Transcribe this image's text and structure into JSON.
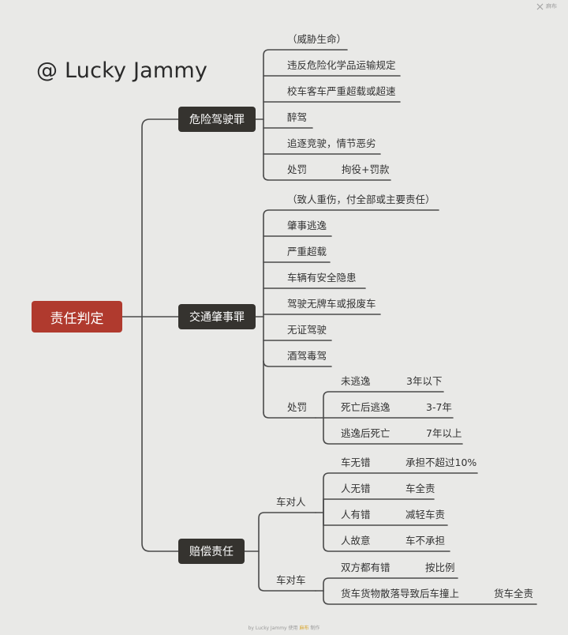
{
  "watermark": "@ Lucky Jammy",
  "logo": {
    "icon": "mindmap-logo-icon",
    "label": "麻布"
  },
  "root": {
    "label": "责任判定"
  },
  "branches": [
    {
      "label": "危险驾驶罪"
    },
    {
      "label": "交通肇事罪"
    },
    {
      "label": "赔偿责任"
    }
  ],
  "dangerous_driving": {
    "note": "（威胁生命）",
    "items": [
      "违反危险化学品运输规定",
      "校车客车严重超载或超速",
      "醉驾",
      "追逐竞驶，情节恶劣"
    ],
    "penalty": {
      "label": "处罚",
      "value": "拘役+罚款"
    }
  },
  "traffic_accident": {
    "note": "（致人重伤，付全部或主要责任）",
    "items": [
      "肇事逃逸",
      "严重超载",
      "车辆有安全隐患",
      "驾驶无牌车或报废车",
      "无证驾驶",
      "酒驾毒驾"
    ],
    "penalty": {
      "label": "处罚",
      "rows": [
        {
          "case": "未逃逸",
          "term": "3年以下"
        },
        {
          "case": "死亡后逃逸",
          "term": "3-7年"
        },
        {
          "case": "逃逸后死亡",
          "term": "7年以上"
        }
      ]
    }
  },
  "compensation": {
    "car_vs_person": {
      "label": "车对人",
      "rows": [
        {
          "case": "车无错",
          "result": "承担不超过10%"
        },
        {
          "case": "人无错",
          "result": "车全责"
        },
        {
          "case": "人有错",
          "result": "减轻车责"
        },
        {
          "case": "人故意",
          "result": "车不承担"
        }
      ]
    },
    "car_vs_car": {
      "label": "车对车",
      "rows": [
        {
          "case": "双方都有错",
          "result": "按比例"
        },
        {
          "case": "货车货物散落导致后车撞上",
          "result": "货车全责"
        }
      ]
    }
  },
  "footer": {
    "prefix": "by Lucky Jammy 使用",
    "brand": "麻布",
    "suffix": "制作"
  },
  "colors": {
    "root": "#b03a2e",
    "branch": "#35332f",
    "line": "#4a4a4a",
    "background": "#e9e9e7"
  }
}
